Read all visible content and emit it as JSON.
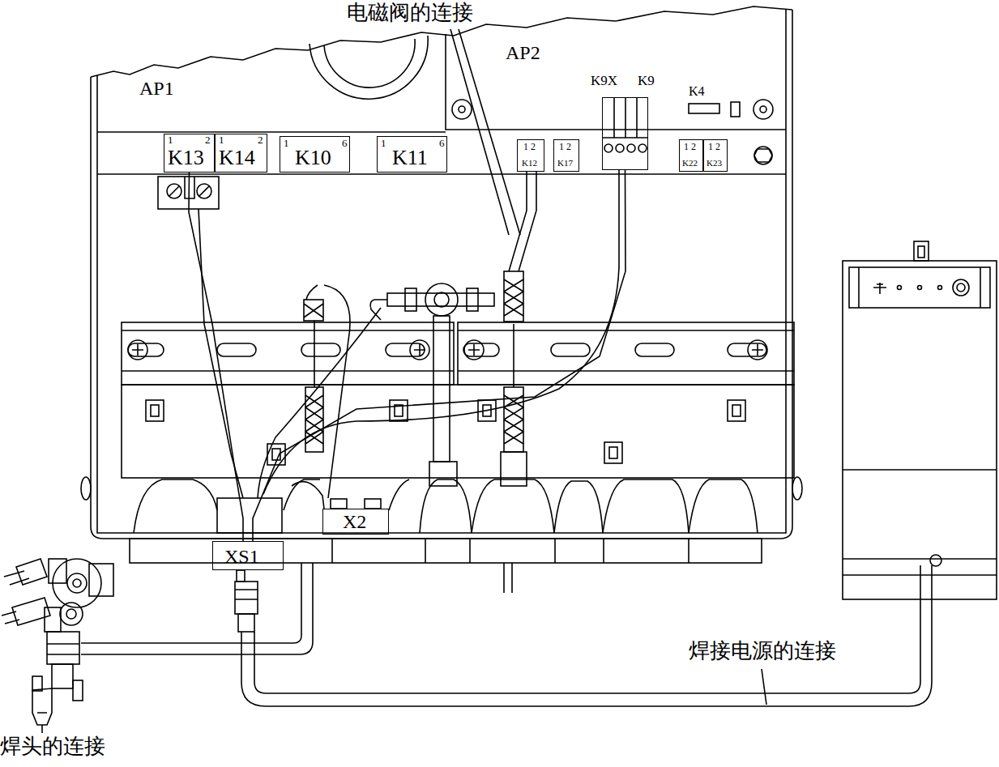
{
  "diagram": {
    "nodes": [
      {
        "text": [
          "1",
          "2",
          "K13"
        ]
      },
      {
        "text": [
          "1",
          "2",
          "K14"
        ]
      },
      {
        "text": [
          "1",
          "6",
          "K10"
        ]
      },
      {
        "text": [
          "1",
          "6",
          "K11"
        ]
      },
      {
        "text": [
          "1 2",
          "K12"
        ]
      },
      {
        "text": [
          "1 2",
          "K17"
        ]
      },
      {
        "text": [
          "K9X",
          "K9"
        ]
      },
      {
        "text": [
          "1 2",
          "K22"
        ]
      },
      {
        "text": [
          "1 2",
          "K23"
        ]
      },
      {
        "text": [
          "X2"
        ]
      },
      {
        "text": [
          "XS1"
        ]
      }
    ],
    "edges": [
      {
        "from": 0,
        "to": 10,
        "arrow": "none"
      },
      {
        "from": 6,
        "to": 10,
        "arrow": "none"
      }
    ],
    "labels": [
      "电磁阀的连接",
      "AP1",
      "AP2",
      "K4",
      "焊接电源的连接",
      "焊头的连接"
    ]
  }
}
